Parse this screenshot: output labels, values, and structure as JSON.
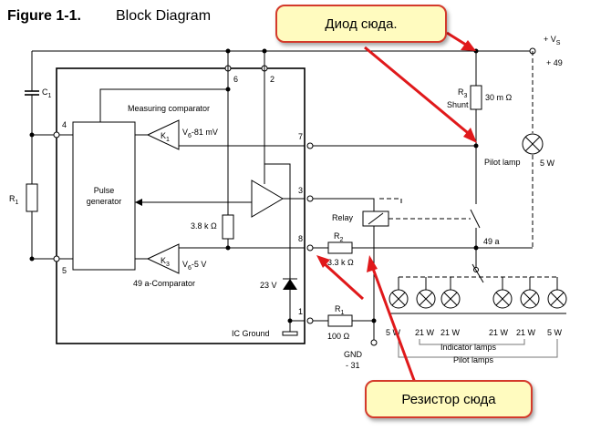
{
  "header": {
    "figure_label": "Figure 1-1.",
    "title": "Block Diagram"
  },
  "callouts": {
    "diode": "Диод сюда.",
    "resistor": "Резистор сюда"
  },
  "labels": {
    "vs_plus": "+ V",
    "vs_sub": "S",
    "vs_pin": "+ 49",
    "c1": "C",
    "c1_sub": "1",
    "r1_left": "R",
    "r1_left_sub": "1",
    "pin4": "4",
    "pin5": "5",
    "pin6": "6",
    "pin2": "2",
    "pin7": "7",
    "pin3": "3",
    "pin8": "8",
    "pin1": "1",
    "measuring_comparator": "Measuring comparator",
    "k1": "K",
    "k1_sub": "1",
    "vref1": "V",
    "vref1_sub": "6",
    "vref1_val": "-81 mV",
    "k3": "K",
    "k3_sub": "3",
    "vref3": "V",
    "vref3_sub": "6",
    "vref3_val": "-5 V",
    "pulse_generator_1": "Pulse",
    "pulse_generator_2": "generator",
    "res_38k": "3.8 k Ω",
    "comparator_49a": "49 a-Comparator",
    "zener_23v": "23 V",
    "ic_ground": "IC Ground",
    "r3": "R",
    "r3_sub": "3",
    "r3_value": "30 m Ω",
    "shunt": "Shunt",
    "pilot_lamp": "Pilot lamp",
    "pilot_lamp_power": "5 W",
    "relay": "Relay",
    "r2": "R",
    "r2_sub": "2",
    "r2_value": "3.3 k Ω",
    "pin49a": "49 a",
    "r1_bottom": "R",
    "r1_bottom_sub": "1",
    "r1_bottom_value": "100 Ω",
    "gnd": "GND",
    "gnd_pin": "- 31",
    "lamp_5w_a": "5 W",
    "lamp_21w_a": "21 W",
    "lamp_21w_b": "21 W",
    "lamp_21w_c": "21 W",
    "lamp_21w_d": "21 W",
    "lamp_5w_b": "5 W",
    "indicator_lamps": "Indicator lamps",
    "pilot_lamps": "Pilot lamps"
  }
}
